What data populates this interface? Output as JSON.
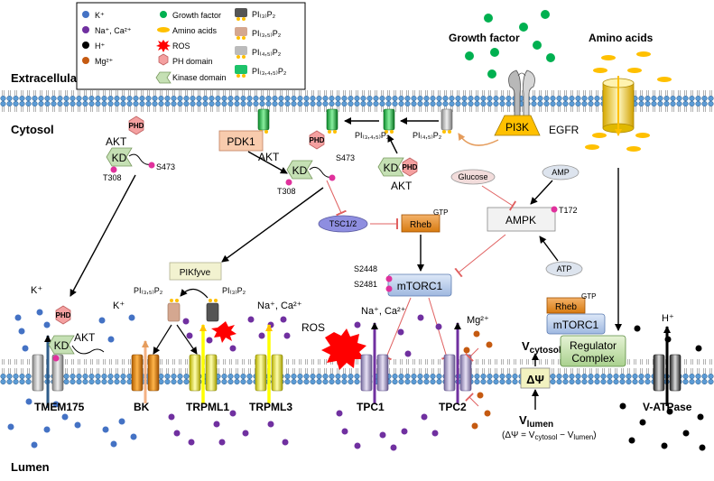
{
  "regions": {
    "extracellular": "Extracellular",
    "cytosol": "Cytosol",
    "lumen": "Lumen"
  },
  "legend": {
    "k": "K⁺",
    "na_ca": "Na⁺, Ca²⁺",
    "h": "H⁺",
    "mg": "Mg²⁺",
    "growth_factor": "Growth factor",
    "amino_acids": "Amino acids",
    "ros": "ROS",
    "ph_domain": "PH domain",
    "kinase_domain": "Kinase domain",
    "pi3p": "PI₍₃₎P₂",
    "pi35p2": "PI₍₃,₅₎P₂",
    "pi45p2": "PI₍₄,₅₎P₂",
    "pi345p2": "PI₍₃,₄,₅₎P₂"
  },
  "labels": {
    "growth_factor": "Growth factor",
    "amino_acids": "Amino acids",
    "egfr": "EGFR",
    "pi3k": "PI3K",
    "pdk1": "PDK1",
    "akt": "AKT",
    "kd": "KD",
    "phd": "PHD",
    "s473": "S473",
    "t308": "T308",
    "pi345p2": "PI₍₃,₄,₅₎P₂",
    "pi45p2": "PI₍₄,₅₎P₂",
    "pi35p2": "PI₍₃,₅₎P₂",
    "pi3p2": "PI₍₃₎P₂",
    "glucose": "Glucose",
    "amp": "AMP",
    "atp": "ATP",
    "ampk": "AMPK",
    "t172": "T172",
    "tsc": "TSC1/2",
    "rheb": "Rheb",
    "gtp": "GTP",
    "mtorc1": "mTORC1",
    "s2448": "S2448",
    "s2481": "S2481",
    "pikfyve": "PIKfyve",
    "k_plus": "K⁺",
    "na_ca": "Na⁺, Ca²⁺",
    "mg": "Mg²⁺",
    "h_plus": "H⁺",
    "ros": "ROS",
    "regulator_line1": "Regulator",
    "regulator_line2": "Complex",
    "delta_psi": "ΔΨ",
    "v_cytosol": "V",
    "v_cytosol_sub": "cytosol",
    "v_lumen": "V",
    "v_lumen_sub": "lumen",
    "equation": "(ΔΨ = V",
    "equation_sub1": "cytosol",
    "equation_mid": " − V",
    "equation_sub2": "lumen",
    "equation_end": ")"
  },
  "channels": {
    "tmem175": "TMEM175",
    "bk": "BK",
    "trpml1": "TRPML1",
    "trpml3": "TRPML3",
    "tpc1": "TPC1",
    "tpc2": "TPC2",
    "vatpase": "V-ATPase"
  },
  "colors": {
    "k_ion": "#4472c4",
    "na_ca_ion": "#7030a0",
    "h_ion": "#000000",
    "mg_ion": "#c55a11",
    "growth_factor": "#00b050",
    "amino_acid": "#ffc000",
    "inhibition": "#e06060"
  }
}
